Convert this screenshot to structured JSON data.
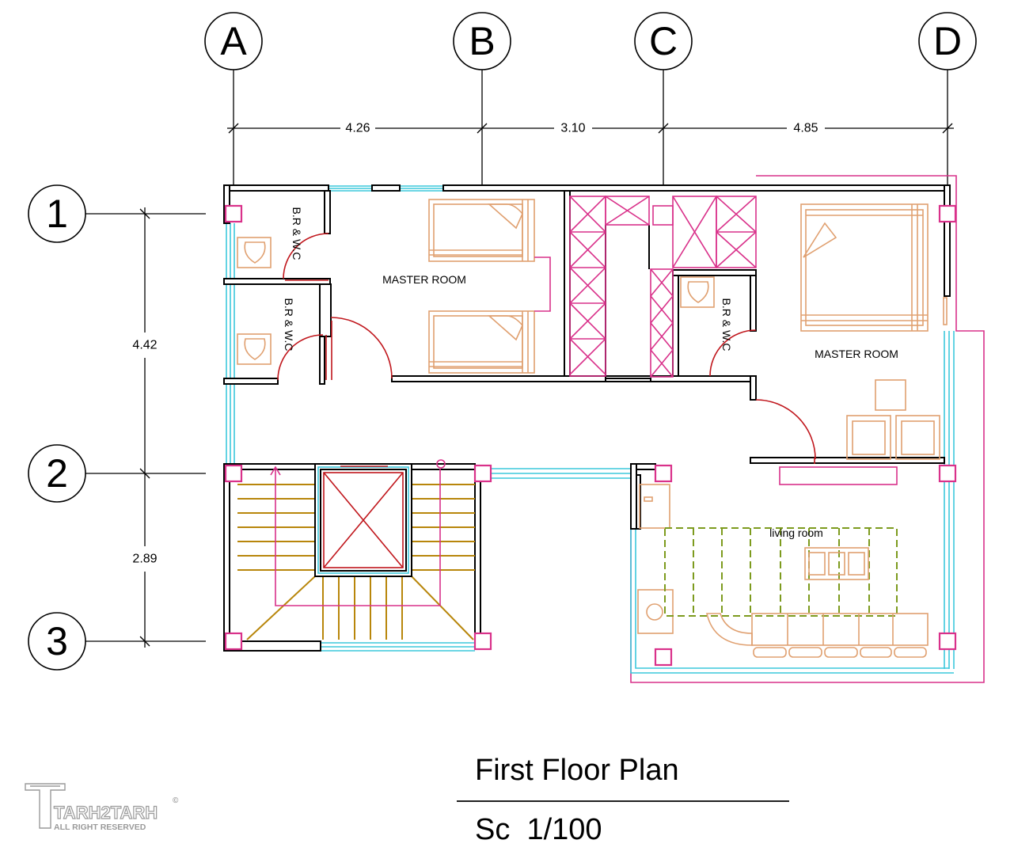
{
  "grid": {
    "columns": [
      "A",
      "B",
      "C",
      "D"
    ],
    "rows": [
      "1",
      "2",
      "3"
    ]
  },
  "dimensions": {
    "horizontal": [
      "4.26",
      "3.10",
      "4.85"
    ],
    "vertical": [
      "4.42",
      "2.89"
    ]
  },
  "rooms": {
    "bath_1": "B.R & W.C",
    "bath_2": "B.R & W.C",
    "master_left": "MASTER ROOM",
    "bath_3": "B.R & W.C",
    "master_right": "MASTER ROOM",
    "living": "living room"
  },
  "title": {
    "name": "First Floor Plan",
    "scale": "Sc  1/100"
  },
  "logo": {
    "brand": "TARH2TARH",
    "tagline": "ALL RIGHT RESERVED",
    "mark": "©"
  },
  "colors": {
    "wall": "#000000",
    "window": "#3cc8dc",
    "column": "#d9318a",
    "door": "#c0161c",
    "furniture": "#e0a070",
    "rug": "#7d9b1e",
    "stairs": "#b8860b",
    "logo": "#9a9a9a"
  }
}
